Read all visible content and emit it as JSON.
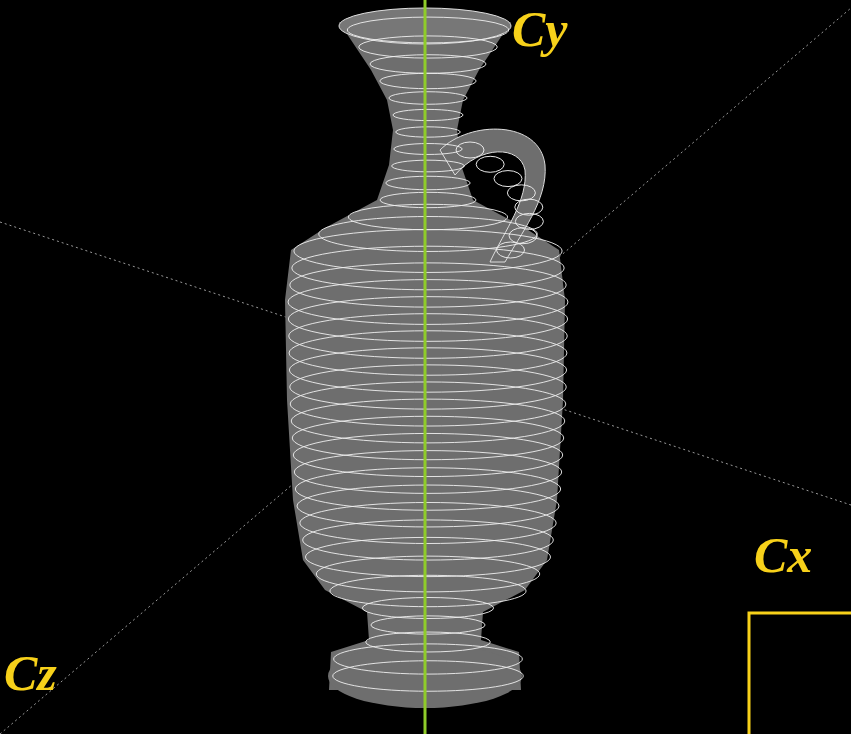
{
  "diagram": {
    "labels": [
      "Cy",
      "Cx",
      "Cz"
    ]
  }
}
